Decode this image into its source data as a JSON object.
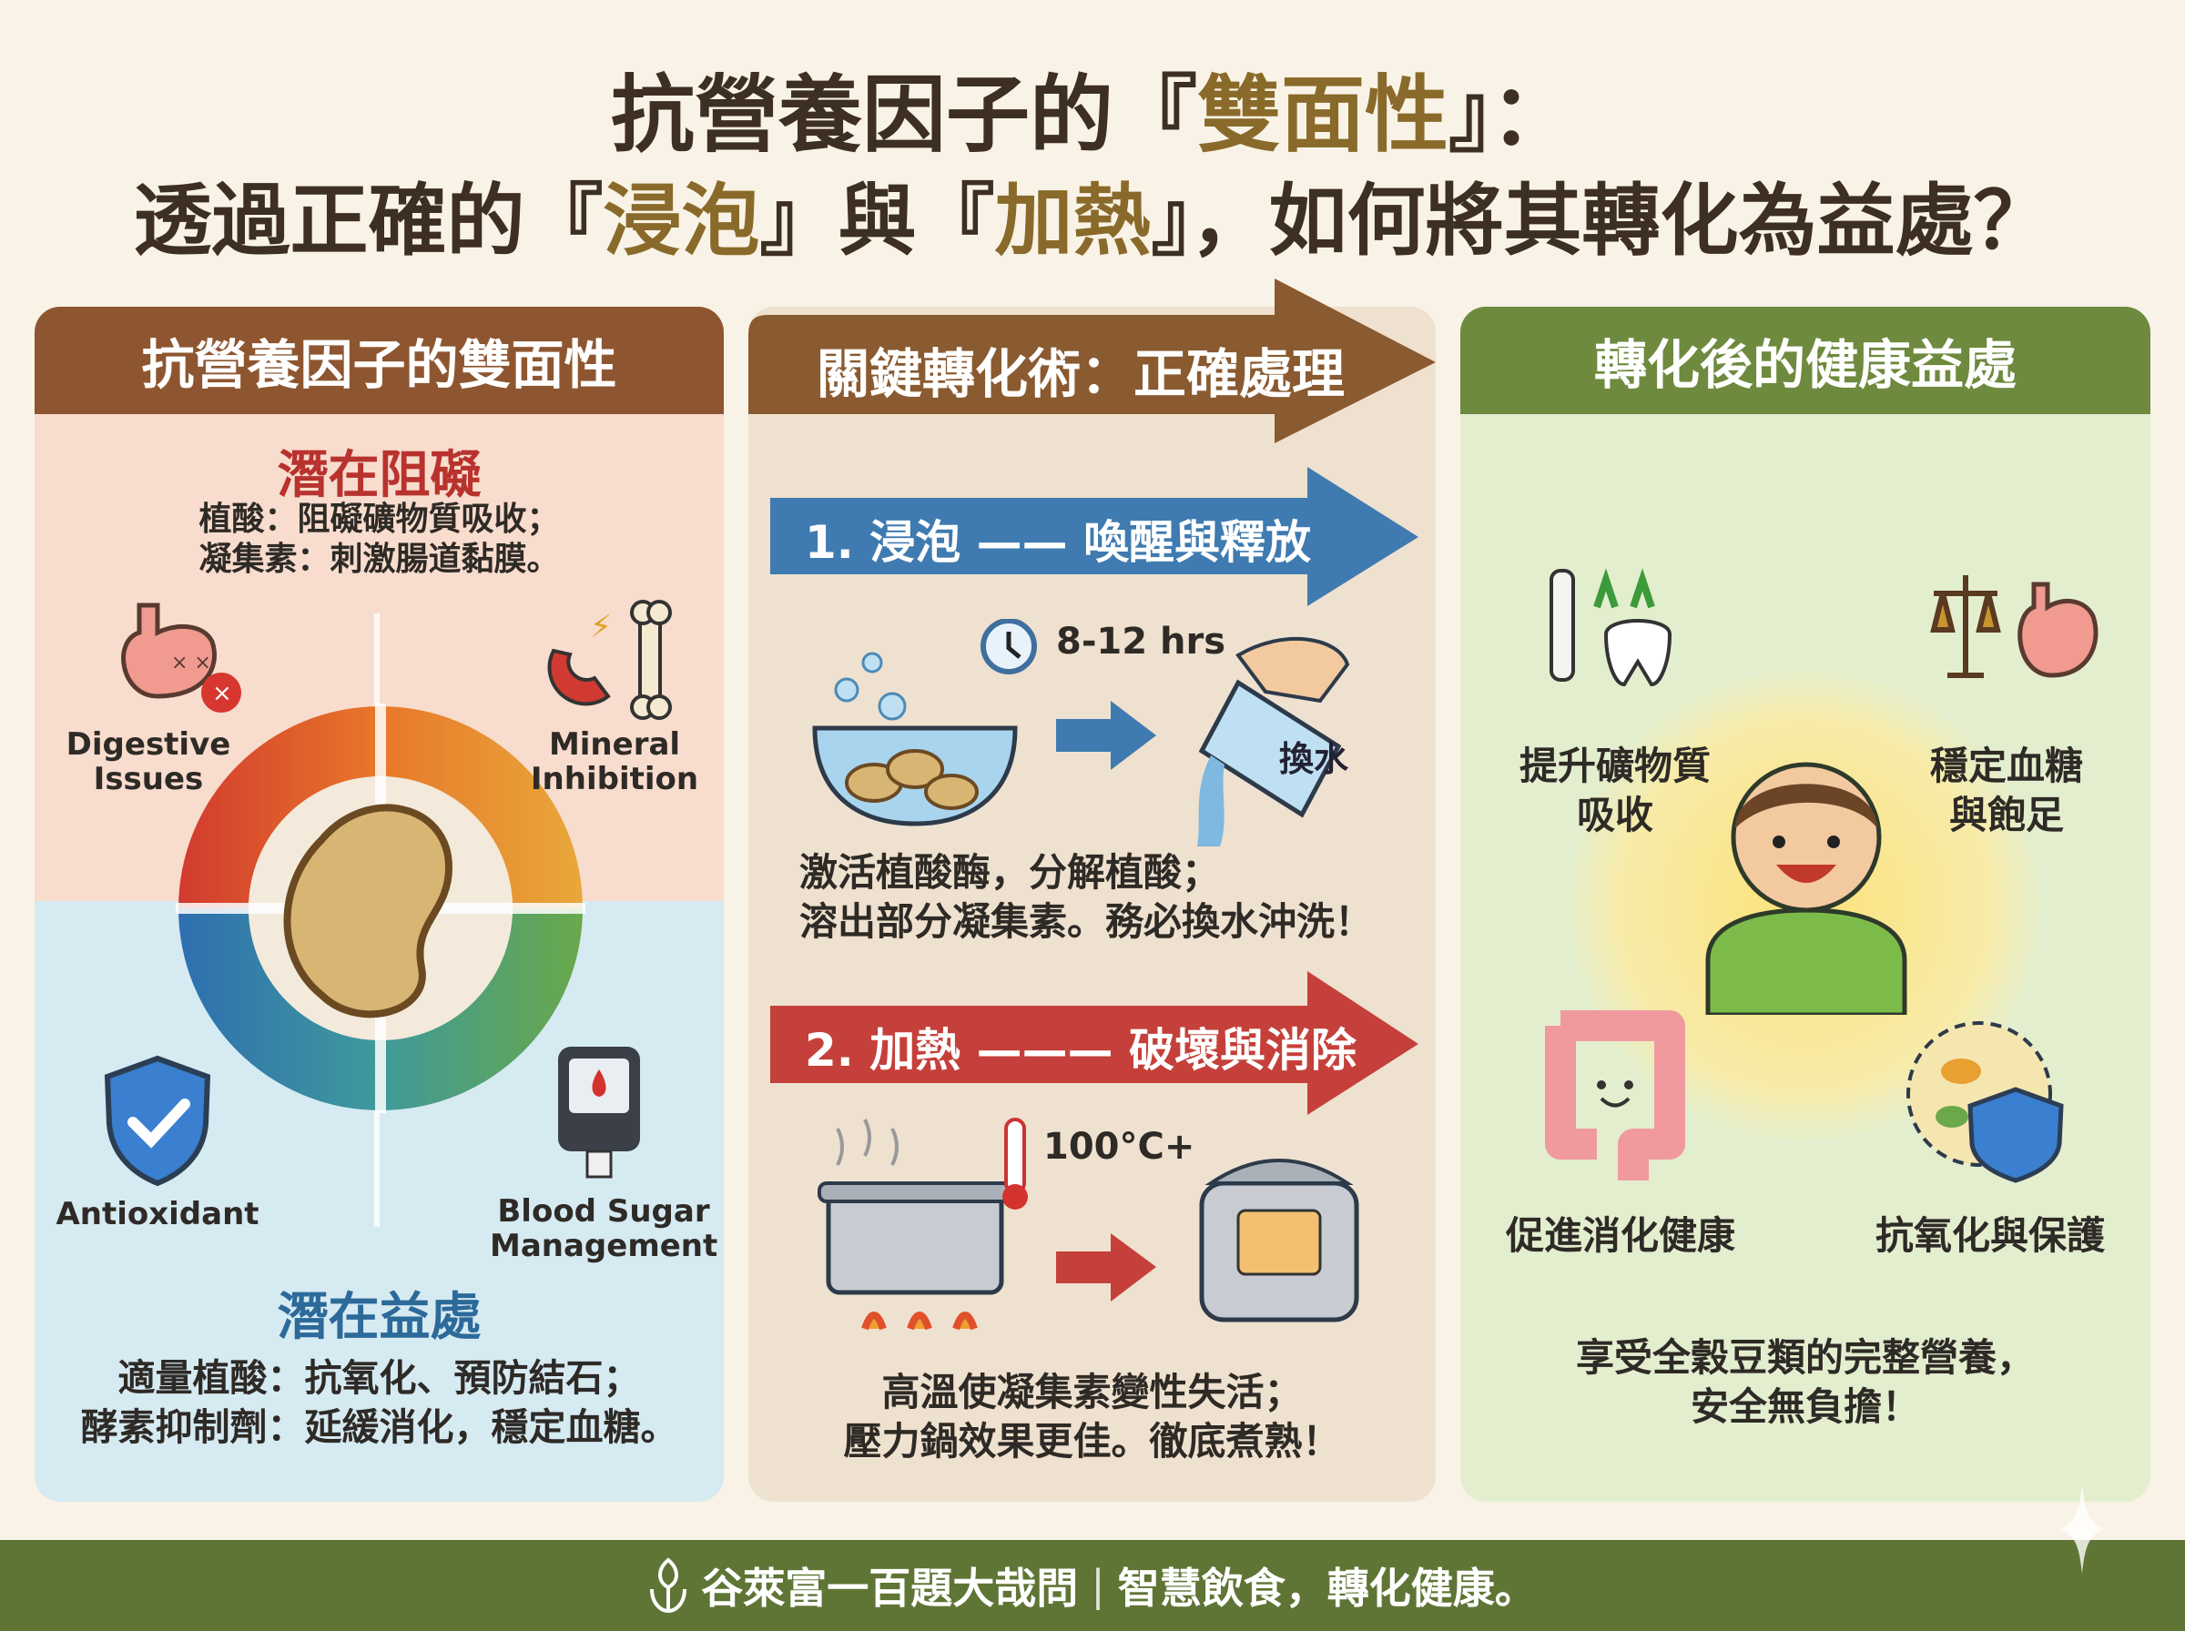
{
  "title": {
    "line1_prefix": "抗營養因子的『",
    "line1_highlight": "雙面性",
    "line1_suffix": "』：",
    "line2_a": "透過正確的『",
    "line2_hl1": "浸泡",
    "line2_b": "』與『",
    "line2_hl2": "加熱",
    "line2_c": "』，如何將其轉化為益處？"
  },
  "left_panel": {
    "header": "抗營養因子的雙面性",
    "obstacles_title": "潛在阻礙",
    "obstacles_lines": [
      "植酸：阻礙礦物質吸收；",
      "凝集素：刺激腸道黏膜。"
    ],
    "icon_labels": {
      "digestive": "Digestive Issues",
      "mineral": "Mineral Inhibition",
      "antioxidant": "Antioxidant",
      "blood_sugar": "Blood Sugar Management"
    },
    "benefits_title": "潛在益處",
    "benefits_lines": [
      "適量植酸：抗氧化、預防結石；",
      "酵素抑制劑：延緩消化，穩定血糖。"
    ]
  },
  "middle_panel": {
    "header": "關鍵轉化術：正確處理",
    "step1": {
      "label": "1. 浸泡 —— 喚醒與釋放",
      "duration": "8-12 hrs",
      "jug_label": "換水",
      "lines": [
        "激活植酸酶，分解植酸；",
        "溶出部分凝集素。務必換水沖洗！"
      ]
    },
    "step2": {
      "label": "2. 加熱 ——— 破壞與消除",
      "temperature": "100°C+",
      "lines": [
        "高溫使凝集素變性失活；",
        "壓力鍋效果更佳。徹底煮熟！"
      ]
    }
  },
  "right_panel": {
    "header": "轉化後的健康益處",
    "benefits": [
      {
        "label_lines": [
          "提升礦物質",
          "吸收"
        ]
      },
      {
        "label_lines": [
          "穩定血糖",
          "與飽足"
        ]
      },
      {
        "label_lines": [
          "促進消化健康"
        ]
      },
      {
        "label_lines": [
          "抗氧化與保護"
        ]
      }
    ],
    "summary_lines": [
      "享受全穀豆類的完整營養，",
      "安全無負擔！"
    ]
  },
  "footer": {
    "brand": "谷萊富一百題大哉問",
    "separator": "|",
    "slogan": "智慧飲食，轉化健康。"
  },
  "colors": {
    "left_header": "#8e5630",
    "middle_header": "#8a5a30",
    "right_header": "#6e8a3e",
    "obstacle_red": "#b8322e",
    "benefit_blue": "#2c6a9a",
    "step1_blue": "#3f7bb0",
    "step2_red": "#c5403a",
    "footer_green": "#5f7535"
  }
}
